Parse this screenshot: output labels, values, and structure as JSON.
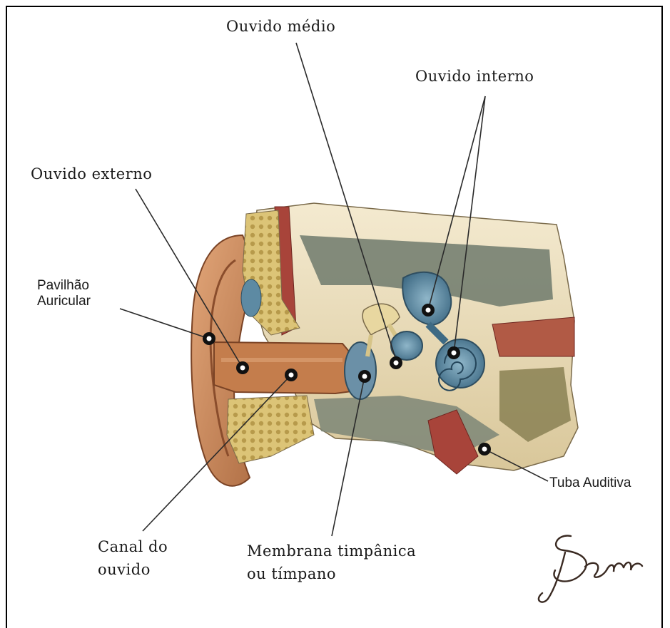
{
  "labels": {
    "middle_ear": "Ouvido médio",
    "inner_ear": "Ouvido interno",
    "outer_ear": "Ouvido externo",
    "pinna": [
      "Pavilhão",
      "Auricular"
    ],
    "auditory_tube": "Tuba Auditiva",
    "ear_canal": [
      "Canal do",
      "ouvido"
    ],
    "tympanic_membrane": [
      "Membrana timpânica",
      "ou tímpano"
    ]
  },
  "signature": "Berr",
  "colors": {
    "skin": "#c98a5c",
    "cartilage": "#d9c071",
    "bone": "#efe2c0",
    "labyrinth": "#5d8aa3",
    "muscle": "#a8443a",
    "leader_line": "#2a2a2a"
  },
  "icons": {
    "marker": "white-dot-marker"
  }
}
